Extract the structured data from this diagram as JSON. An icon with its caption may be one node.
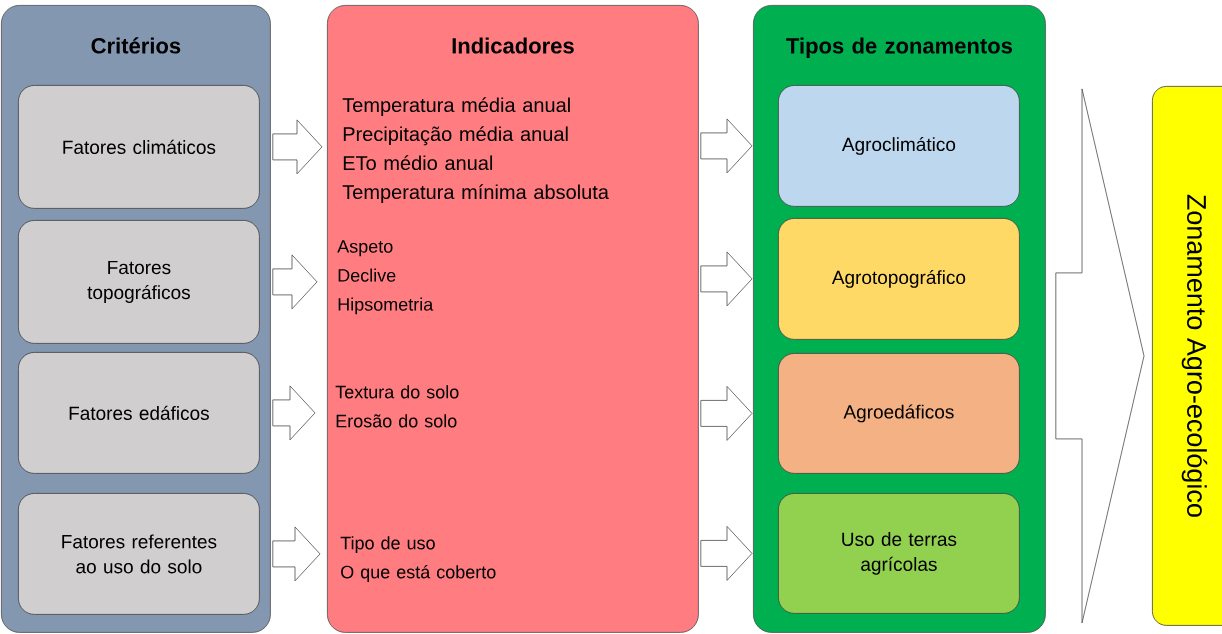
{
  "diagram": {
    "nodes": [
      {
        "text": [
          "Critérios"
        ]
      },
      {
        "text": [
          "Fatores climáticos"
        ],
        "in": 0
      },
      {
        "text": [
          "Fatores topográficos"
        ],
        "in": 0
      },
      {
        "text": [
          "Fatores edáficos"
        ],
        "in": 0
      },
      {
        "text": [
          "Fatores referentes ao uso do solo"
        ],
        "in": 0
      },
      {
        "text": [
          "Indicadores"
        ]
      },
      {
        "text": [
          "Temperatura média anual",
          "Precipitação média anual",
          "ETo médio anual",
          "Temperatura mínima absoluta"
        ],
        "in": 5
      },
      {
        "text": [
          "Aspeto",
          "Declive",
          "Hipsometria"
        ],
        "in": 5
      },
      {
        "text": [
          "Textura do solo",
          "Erosão do solo"
        ],
        "in": 5
      },
      {
        "text": [
          "Tipo de uso",
          "O que está coberto"
        ],
        "in": 5
      },
      {
        "text": [
          "Tipos de zonamentos"
        ]
      },
      {
        "text": [
          "Agroclimático"
        ],
        "in": 10
      },
      {
        "text": [
          "Agrotopográfico"
        ],
        "in": 10
      },
      {
        "text": [
          "Agroedáficos"
        ],
        "in": 10
      },
      {
        "text": [
          "Uso de terras agrícolas"
        ],
        "in": 10
      },
      {
        "text": [
          "Zonamento Agro-ecológico"
        ]
      }
    ],
    "edges": [
      {
        "from": 1,
        "to": 6,
        "arrow": "to"
      },
      {
        "from": 2,
        "to": 7,
        "arrow": "to"
      },
      {
        "from": 3,
        "to": 8,
        "arrow": "to"
      },
      {
        "from": 4,
        "to": 9,
        "arrow": "to"
      },
      {
        "from": 5,
        "to": 11,
        "arrow": "to"
      },
      {
        "from": 5,
        "to": 12,
        "arrow": "to"
      },
      {
        "from": 5,
        "to": 13,
        "arrow": "to"
      },
      {
        "from": 5,
        "to": 14,
        "arrow": "to"
      },
      {
        "from": 10,
        "to": 15,
        "arrow": "to"
      }
    ]
  }
}
